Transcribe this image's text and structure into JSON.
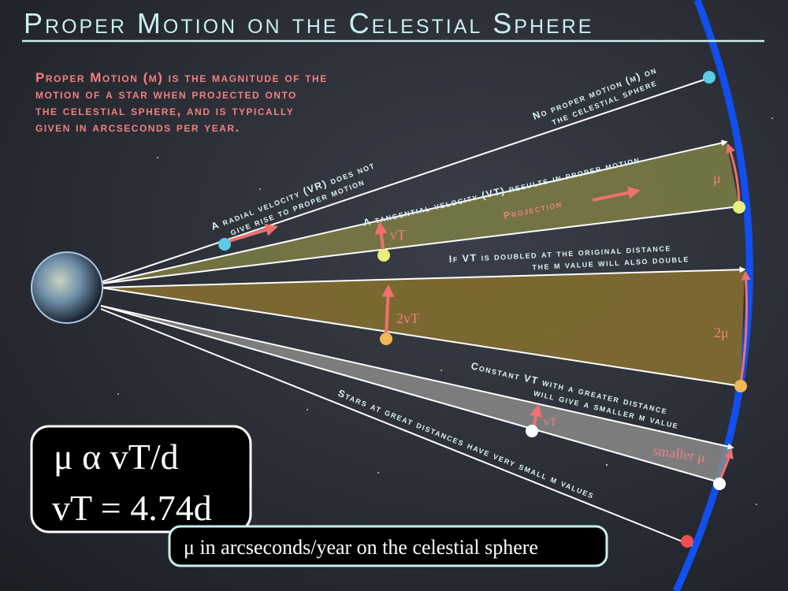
{
  "title": "Proper Motion on the Celestial Sphere",
  "intro": [
    "Proper Motion (μ) is the magnitude of the",
    "motion of a star when projected onto",
    "the celestial sphere, and is typically",
    "given in arcseconds per year."
  ],
  "labels": {
    "no_motion": [
      "No proper motion (μ) on",
      "the celestial sphere"
    ],
    "radial": [
      "A radial velocity (VR) does not",
      "give rise to proper motion"
    ],
    "tangential": "A tangential velocity (VT) results in proper motion",
    "projection": "Projection",
    "doubled": [
      "If VT is doubled at the original distance",
      "the μ value will also double"
    ],
    "constant": [
      "Constant VT with a greater distance",
      "will give a smaller μ value"
    ],
    "great": "Stars at great distances have very small μ values",
    "mu": "μ",
    "vt": "vT",
    "two_vt": "2vT",
    "two_mu": "2μ",
    "vt2": "vT",
    "smaller_mu": "smaller μ"
  },
  "formula": {
    "line1": "μ  α  vT/d",
    "line2": "vT = 4.74d"
  },
  "caption": "μ  in arcseconds/year on the celestial sphere",
  "colors": {
    "title": "#c8f0f0",
    "intro": "#f08080",
    "label": "#d8f4f4",
    "arrow": "#f07070",
    "sphere": "#1050f0",
    "olive": "#7a7a45",
    "brown": "#7e6a30",
    "gray": "#8a8a8a"
  }
}
